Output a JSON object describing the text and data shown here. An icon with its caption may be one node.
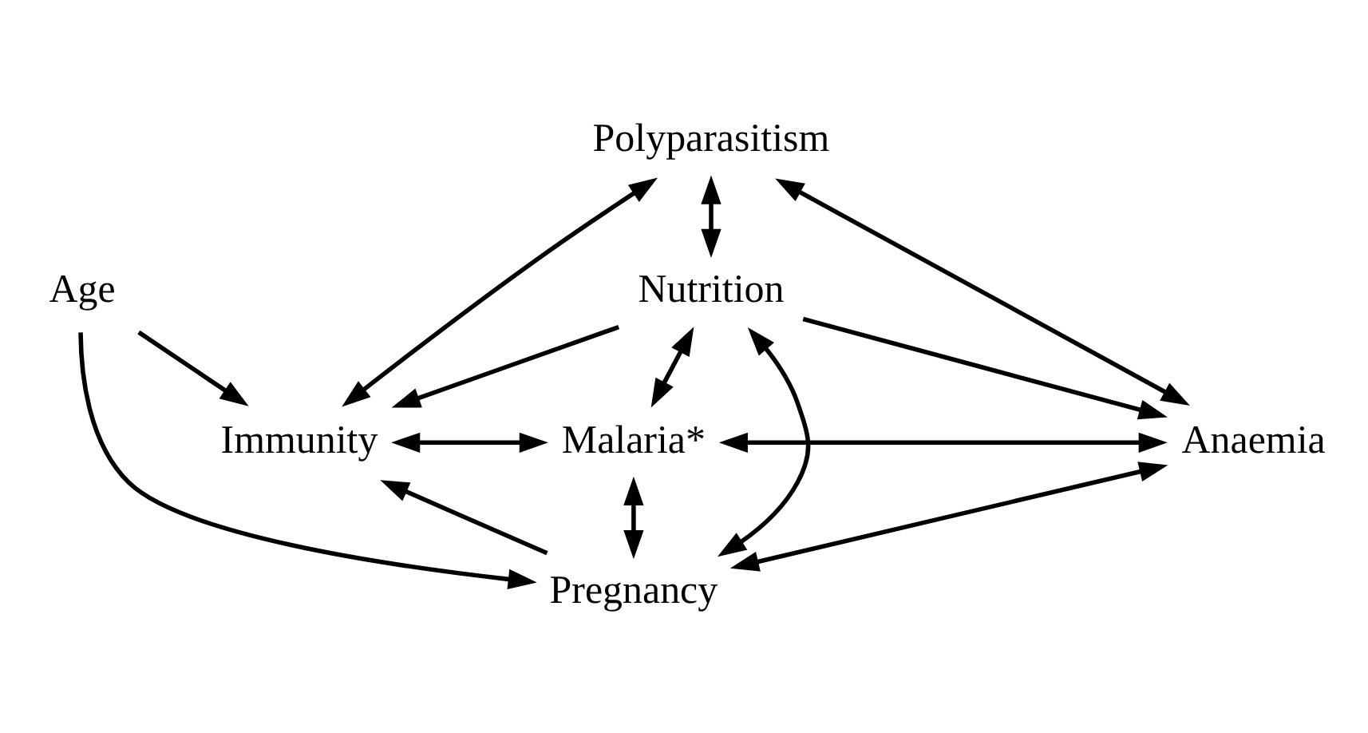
{
  "diagram": {
    "nodes": [
      {
        "text": [
          "Polyparasitism"
        ]
      },
      {
        "text": [
          "Nutrition"
        ]
      },
      {
        "text": [
          "Immunity"
        ]
      },
      {
        "text": [
          "Malaria*"
        ]
      },
      {
        "text": [
          "Anaemia"
        ]
      },
      {
        "text": [
          "Age"
        ]
      },
      {
        "text": [
          "Pregnancy"
        ]
      }
    ],
    "edges": [
      {
        "from": 0,
        "to": 2,
        "arrow": "both"
      },
      {
        "from": 0,
        "to": 1,
        "arrow": "both"
      },
      {
        "from": 0,
        "to": 4,
        "arrow": "both"
      },
      {
        "from": 1,
        "to": 2,
        "arrow": "to"
      },
      {
        "from": 1,
        "to": 3,
        "arrow": "both"
      },
      {
        "from": 1,
        "to": 4,
        "arrow": "to"
      },
      {
        "from": 1,
        "to": 6,
        "arrow": "both"
      },
      {
        "from": 2,
        "to": 3,
        "arrow": "both"
      },
      {
        "from": 3,
        "to": 4,
        "arrow": "both"
      },
      {
        "from": 5,
        "to": 2,
        "arrow": "to"
      },
      {
        "from": 5,
        "to": 6,
        "arrow": "to"
      },
      {
        "from": 6,
        "to": 2,
        "arrow": "to"
      },
      {
        "from": 3,
        "to": 6,
        "arrow": "both"
      },
      {
        "from": 4,
        "to": 6,
        "arrow": "both"
      }
    ]
  }
}
